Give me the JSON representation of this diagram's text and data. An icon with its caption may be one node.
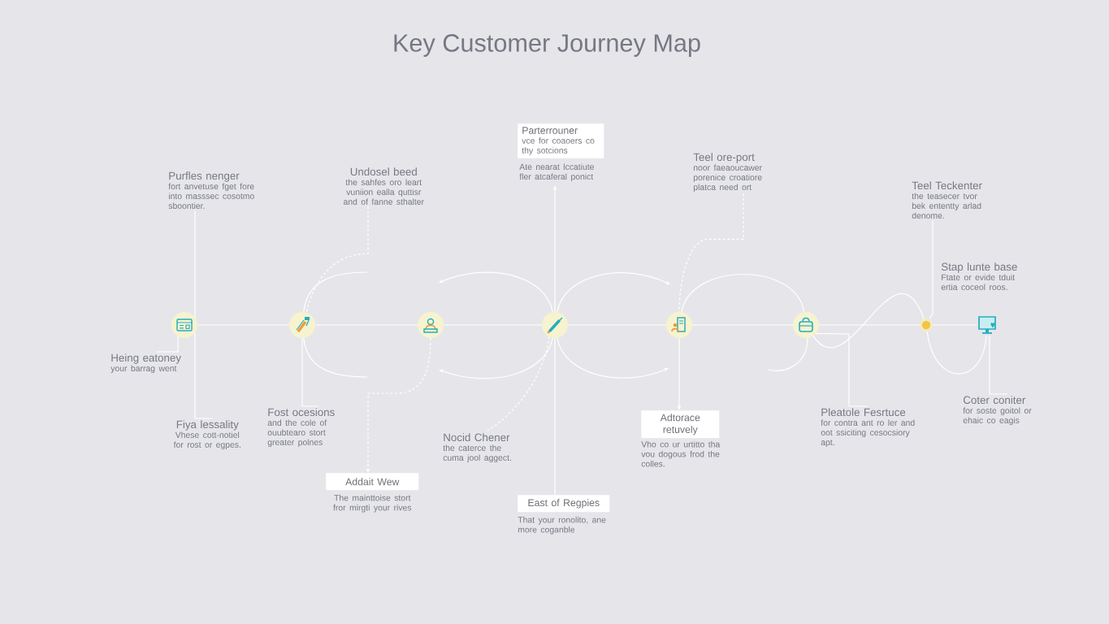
{
  "diagram": {
    "title": "Key Customer Journey Map",
    "nodes": [
      {
        "text": [
          "Purfles nenger",
          "fort anvetuse fget fore into masssec cosotmo sboontier."
        ]
      },
      {
        "text": [
          "Undosel beed",
          "the sahfes oro leart vuniion ealla quttisr and of fanne sthalter"
        ]
      },
      {
        "text": [
          "Parterrouner",
          "vce for coaoers co thy sotcions"
        ],
        "beside": [
          "Ate nearat lccatiute fler atcaferal ponict"
        ]
      },
      {
        "text": [
          "Teel ore-port",
          "noor faeaoucawer porenice croatiore platca need ort"
        ]
      },
      {
        "text": [
          "Teel Teckenter",
          "the teasecer tvor bek ententty arlad denome."
        ]
      },
      {
        "text": [
          "Stap lunte base",
          "Ftate or evide tduit ertia coceol roos."
        ]
      },
      {
        "text": [],
        "shape": "circle"
      },
      {
        "text": [],
        "shape": "circle"
      },
      {
        "text": [],
        "shape": "circle"
      },
      {
        "text": [],
        "shape": "circle"
      },
      {
        "text": [],
        "shape": "circle"
      },
      {
        "text": [],
        "shape": "circle"
      },
      {
        "text": [],
        "shape": "circle"
      },
      {
        "text": [],
        "shape": "picture"
      },
      {
        "text": [
          "Heing eatoney",
          "your barrag went"
        ]
      },
      {
        "text": [
          "Fiya lessality",
          "Vhese cott-notiel for rost or egpes."
        ]
      },
      {
        "text": [
          "Fost ocesions",
          "and the cole of ouubtearo stort greater polnes"
        ]
      },
      {
        "text": [
          "Addait Wew"
        ],
        "beside": [
          "The mainttoise stort fror mirgti your rives"
        ]
      },
      {
        "text": [
          "Nocid Chener",
          "the caterce the cuma jool aggect."
        ]
      },
      {
        "text": [
          "East of Regpies"
        ],
        "beside": [
          "That your ronolito, ane more coganble"
        ]
      },
      {
        "text": [
          "Adtorace retuvely"
        ],
        "beside": [
          "Vho co ur urtitto tha vou dogous frod the colles."
        ]
      },
      {
        "text": [
          "Pleatole Fesrtuce",
          "for contra ant ro ler and oot ssiciting cesocsiory apt."
        ]
      },
      {
        "text": [
          "Coter coniter",
          "for soste goitol or ehaic co eagis"
        ]
      }
    ],
    "edges": [
      {
        "from": 6,
        "to": 7,
        "arrow": "none"
      },
      {
        "from": 7,
        "to": 8,
        "arrow": "none"
      },
      {
        "from": 8,
        "to": 9,
        "arrow": "none"
      },
      {
        "from": 9,
        "to": 10,
        "arrow": "none"
      },
      {
        "from": 10,
        "to": 11,
        "arrow": "none"
      },
      {
        "from": 11,
        "to": 12,
        "arrow": "none"
      },
      {
        "from": 12,
        "to": 13,
        "arrow": "none"
      },
      {
        "from": 7,
        "to": null,
        "arrow": "none"
      },
      {
        "from": 7,
        "to": null,
        "arrow": "none"
      },
      {
        "from": 9,
        "to": null,
        "arrow": "to"
      },
      {
        "from": 9,
        "to": null,
        "arrow": "to"
      },
      {
        "from": 9,
        "to": null,
        "arrow": "to"
      },
      {
        "from": 9,
        "to": null,
        "arrow": "to"
      },
      {
        "from": 10,
        "to": 11,
        "arrow": "none"
      },
      {
        "from": 11,
        "to": 12,
        "arrow": "none"
      },
      {
        "from": 12,
        "to": 13,
        "arrow": "none"
      },
      {
        "from": 0,
        "to": 6,
        "arrow": "none"
      },
      {
        "from": 6,
        "to": 15,
        "arrow": "none"
      },
      {
        "from": 6,
        "to": 14,
        "arrow": "none"
      },
      {
        "from": 1,
        "to": 7,
        "arrow": "none",
        "style": "dashed"
      },
      {
        "from": 9,
        "to": 2,
        "arrow": "to"
      },
      {
        "from": 9,
        "to": 19,
        "arrow": "none"
      },
      {
        "from": 3,
        "to": 10,
        "arrow": "none",
        "style": "dashed"
      },
      {
        "from": 10,
        "to": 20,
        "arrow": "to"
      },
      {
        "from": 8,
        "to": 17,
        "arrow": "to",
        "style": "dashed"
      },
      {
        "from": 7,
        "to": 16,
        "arrow": "none"
      },
      {
        "from": 9,
        "to": 18,
        "arrow": "none",
        "style": "dashed"
      },
      {
        "from": 4,
        "to": 12,
        "arrow": "none"
      },
      {
        "from": 13,
        "to": 22,
        "arrow": "none"
      },
      {
        "from": 11,
        "to": 21,
        "arrow": "none"
      },
      {
        "from": 11,
        "to": null,
        "arrow": "none"
      }
    ]
  }
}
